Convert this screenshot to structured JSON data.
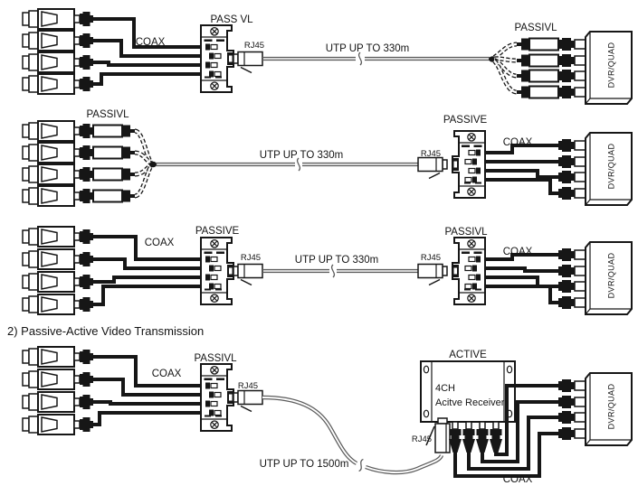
{
  "heading2": "2) Passive-Active Video Transmission",
  "rows": [
    {
      "coax": "COAX",
      "tx_balun": "PASS VL",
      "rj45_tx": "RJ45",
      "utp": "UTP UP TO 330m",
      "rx_balun": "PASSIVL",
      "dvr": "DVR/QUAD"
    },
    {
      "tx_balun": "PASSIVL",
      "utp": "UTP UP TO 330m",
      "rj45_rx": "RJ45",
      "rx_balun": "PASSIVE",
      "coax_rx": "COAX",
      "dvr": "DVR/QUAD"
    },
    {
      "coax": "COAX",
      "tx_balun": "PASSIVE",
      "rj45_tx": "RJ45",
      "utp": "UTP UP TO 330m",
      "rj45_rx": "RJ45",
      "rx_balun": "PASSIVL",
      "coax_rx": "COAX",
      "dvr": "DVR/QUAD"
    },
    {
      "coax": "COAX",
      "tx_balun": "PASSIVL",
      "rj45_tx": "RJ45",
      "utp": "UTP UP TO 1500m",
      "rj45_rx": "RJ45",
      "receiver": {
        "label": "ACTIVE",
        "line1": "4CH",
        "line2": "Acitve Receiver"
      },
      "coax_rx": "COAX",
      "dvr": "DVR/QUAD"
    }
  ]
}
